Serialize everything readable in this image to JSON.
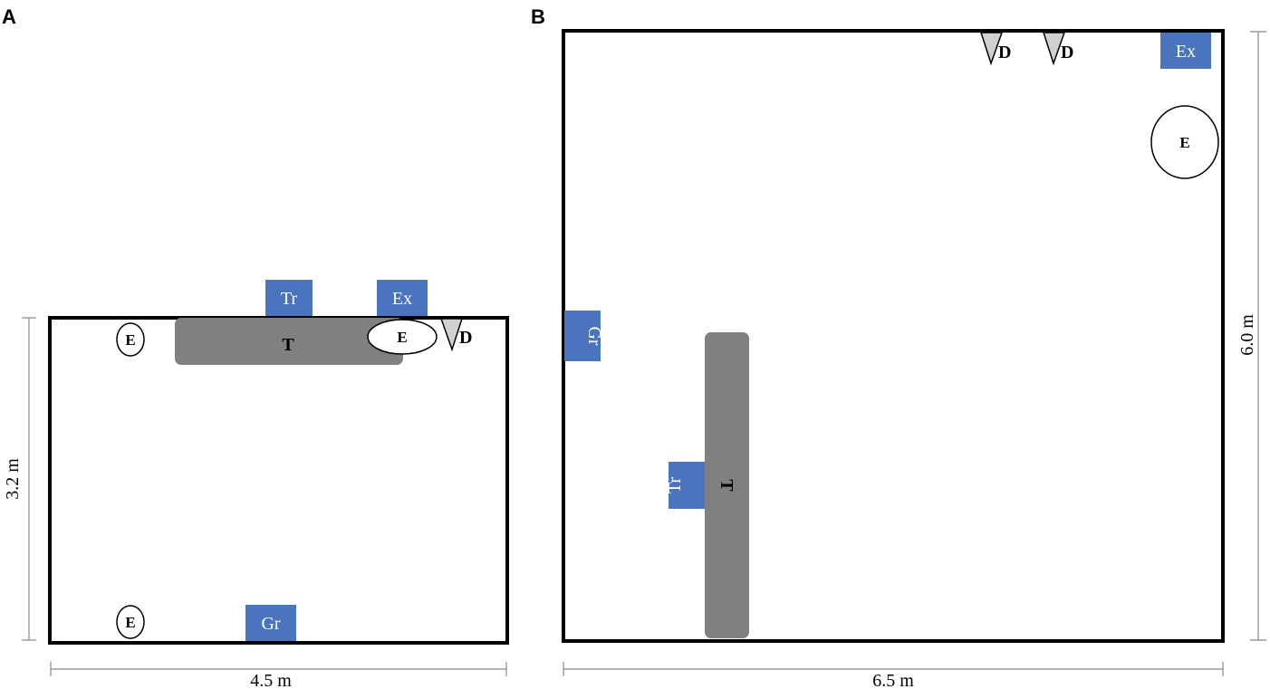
{
  "panels": {
    "a": {
      "label": "A",
      "table": "T",
      "transmitter": "Tr",
      "exit": "Ex",
      "ground": "Gr",
      "electrode": "E",
      "door": "D",
      "height_dim": "3.2 m",
      "width_dim": "4.5 m"
    },
    "b": {
      "label": "B",
      "table": "T",
      "transmitter": "Tr",
      "exit": "Ex",
      "ground": "Gr",
      "electrode": "E",
      "door": "D",
      "height_dim": "6.0 m",
      "width_dim": "6.5 m"
    }
  },
  "colors": {
    "marker_box": "#4a74bd",
    "table": "#808080",
    "door": "#d0d0d0"
  }
}
